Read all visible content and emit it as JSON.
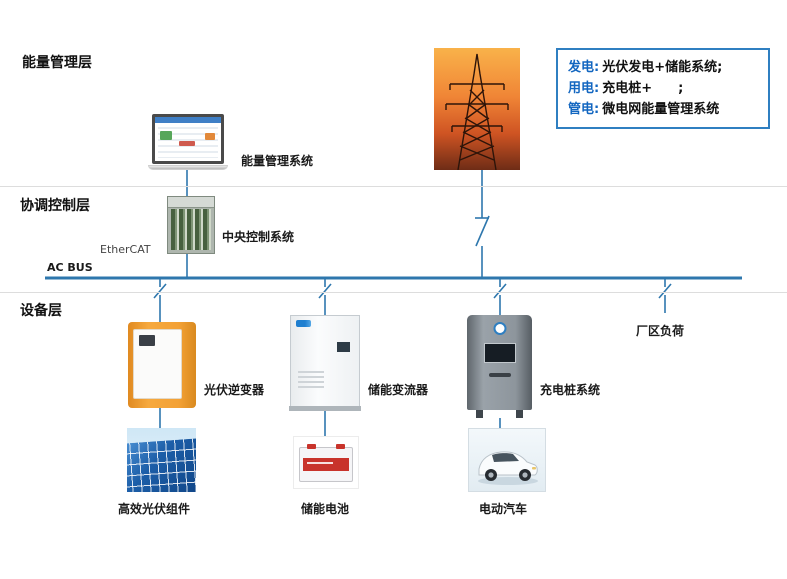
{
  "layers": {
    "energy_management": "能量管理层",
    "coordination_control": "协调控制层",
    "device": "设备层"
  },
  "legend": {
    "items": [
      {
        "key": "发电:",
        "value": "光伏发电+储能系统;"
      },
      {
        "key": "用电:",
        "value": "充电桩+　　;"
      },
      {
        "key": "管电:",
        "value": "微电网能量管理系统"
      }
    ]
  },
  "nodes": {
    "ems_label": "能量管理系统",
    "central_control_label": "中央控制系统",
    "ethercat_label": "EtherCAT",
    "ac_bus_label": "AC BUS",
    "pv_inverter_label": "光伏逆变器",
    "storage_converter_label": "储能变流器",
    "charging_system_label": "充电桩系统",
    "plant_load_label": "厂区负荷",
    "pv_modules_label": "高效光伏组件",
    "battery_label": "储能电池",
    "ev_label": "电动汽车"
  },
  "colors": {
    "bus_line": "#2e77ad",
    "legend_border": "#2f7fc1",
    "legend_key_blue": "#1266c0",
    "inverter_orange": "#f09a33",
    "panel_blue": "#1c5ea8",
    "tower_sky_orange": "#f08536"
  }
}
